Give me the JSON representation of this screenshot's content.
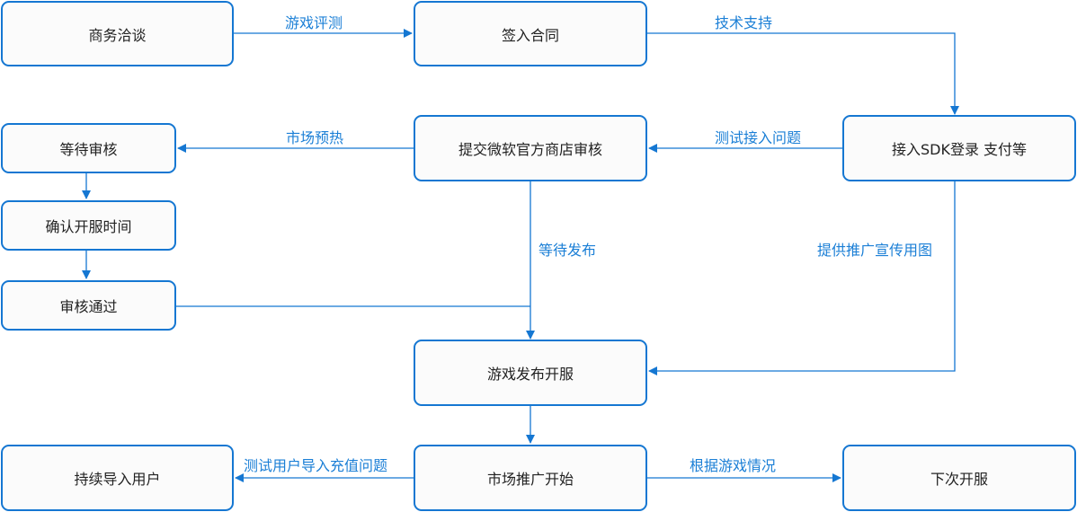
{
  "diagram": {
    "title": "游戏发布流程",
    "colors": {
      "accent": "#1577d2",
      "label": "#1b7fd6",
      "node_fill": "#fbfbfb",
      "node_text": "#222222"
    },
    "nodes": {
      "business_talk": "商务洽谈",
      "sign_contract": "签入合同",
      "integrate_sdk": "接入SDK登录 支付等",
      "submit_review": "提交微软官方商店审核",
      "wait_review": "等待审核",
      "confirm_time": "确认开服时间",
      "review_passed": "审核通过",
      "game_launch": "游戏发布开服",
      "marketing_start": "市场推广开始",
      "keep_import": "持续导入用户",
      "next_server": "下次开服"
    },
    "edges": {
      "game_eval": "游戏评测",
      "tech_support": "技术支持",
      "test_integration": "测试接入问题",
      "market_warmup": "市场预热",
      "wait_publish": "等待发布",
      "provide_promo": "提供推广宣传用图",
      "test_import_recharge": "测试用户导入充值问题",
      "by_game_status": "根据游戏情况"
    }
  }
}
